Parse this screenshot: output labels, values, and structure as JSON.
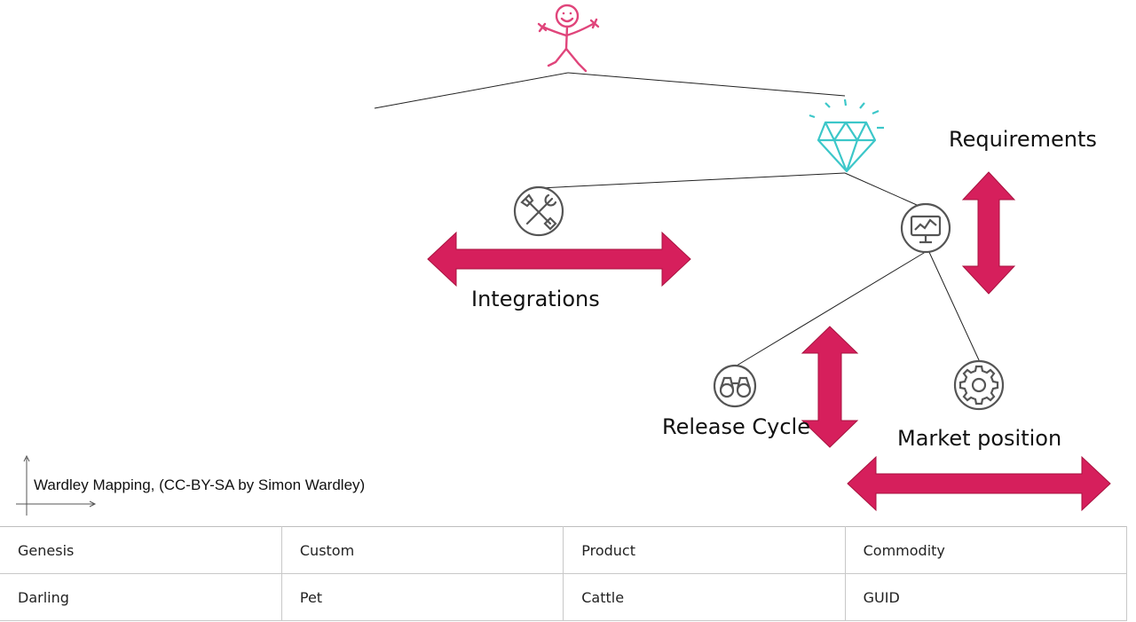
{
  "labels": {
    "requirements": "Requirements",
    "integrations": "Integrations",
    "release_cycle": "Release Cycle",
    "market_position": "Market position"
  },
  "credit": "Wardley Mapping, (CC-BY-SA by Simon Wardley)",
  "stages": {
    "rows": [
      [
        "Genesis",
        "Custom",
        "Product",
        "Commodity"
      ],
      [
        "Darling",
        "Pet",
        "Cattle",
        "GUID"
      ]
    ]
  },
  "icons": [
    "user-stick-figure-icon",
    "diamond-icon",
    "tools-icon",
    "monitor-chart-icon",
    "binoculars-icon",
    "gear-icon"
  ],
  "colors": {
    "arrow": "#d61f5c",
    "user": "#e0457b",
    "diamond": "#3cc7c9",
    "icon_stroke": "#555555",
    "line": "#222222"
  }
}
